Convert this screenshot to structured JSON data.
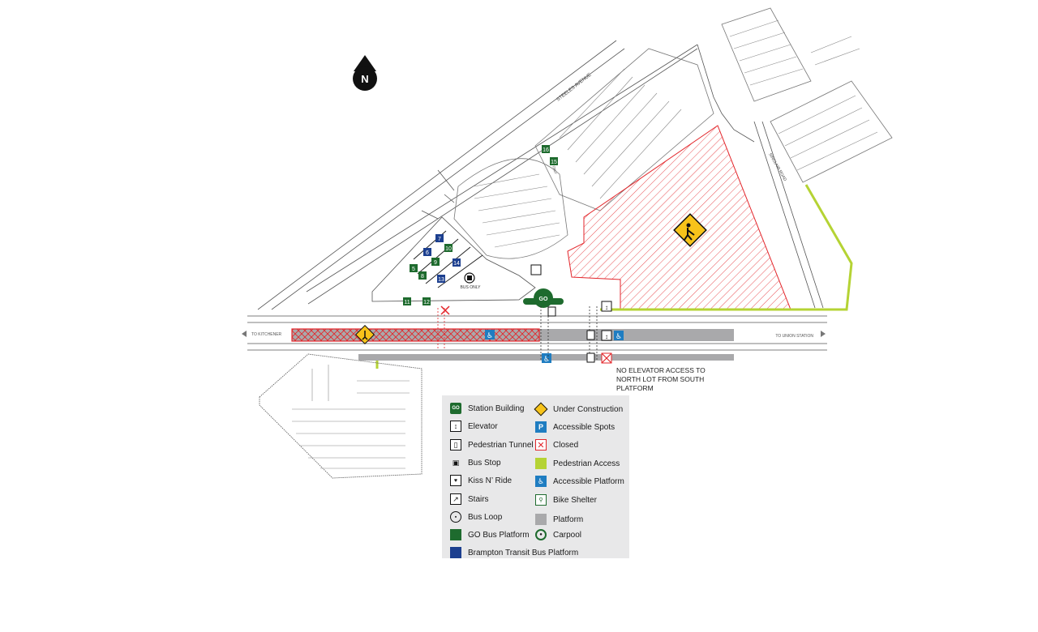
{
  "compass": {
    "label": "N"
  },
  "streets": {
    "steeles": "STEELES AVENUE",
    "bus_only": "BUS ONLY",
    "bus_loop": "BUS ONLY",
    "sinclair": "SINCLAIR ROAD"
  },
  "directions": {
    "west": "TO KITCHENER",
    "east": "TO UNION STATION"
  },
  "bus_bays": [
    {
      "num": "7",
      "type": "brampton"
    },
    {
      "num": "6",
      "type": "brampton"
    },
    {
      "num": "10",
      "type": "go"
    },
    {
      "num": "9",
      "type": "go"
    },
    {
      "num": "14",
      "type": "brampton"
    },
    {
      "num": "5",
      "type": "go"
    },
    {
      "num": "8",
      "type": "go"
    },
    {
      "num": "13",
      "type": "brampton"
    },
    {
      "num": "11",
      "type": "go"
    },
    {
      "num": "12",
      "type": "go"
    },
    {
      "num": "16",
      "type": "go"
    },
    {
      "num": "15",
      "type": "go"
    }
  ],
  "notice": "NO ELEVATOR ACCESS TO NORTH LOT FROM SOUTH PLATFORM",
  "colors": {
    "go_green": "#1e6b2e",
    "brampton_blue": "#1c3f8f",
    "construction_red": "#e3262b",
    "pedestrian_green": "#b5d334",
    "accessible_blue": "#1f7dc1",
    "platform_gray": "#a9a9ab",
    "legend_bg": "#e8e8e9"
  },
  "legend": {
    "left": [
      {
        "label": "Station Building",
        "icon": "station-building-icon"
      },
      {
        "label": "Elevator",
        "icon": "elevator-icon"
      },
      {
        "label": "Pedestrian Tunnel",
        "icon": "pedestrian-tunnel-icon"
      },
      {
        "label": "Bus Stop",
        "icon": "bus-stop-icon"
      },
      {
        "label": "Kiss N’ Ride",
        "icon": "kiss-n-ride-icon"
      },
      {
        "label": "Stairs",
        "icon": "stairs-icon"
      },
      {
        "label": "Bus Loop",
        "icon": "bus-loop-icon"
      },
      {
        "label": "GO Bus Platform",
        "icon": "go-bus-platform-swatch"
      },
      {
        "label": "Brampton Transit Bus Platform",
        "icon": "brampton-bus-platform-swatch"
      }
    ],
    "right": [
      {
        "label": "Under Construction",
        "icon": "under-construction-icon"
      },
      {
        "label": "Accessible Spots",
        "icon": "accessible-parking-icon"
      },
      {
        "label": "Closed",
        "icon": "closed-icon"
      },
      {
        "label": "Pedestrian Access",
        "icon": "pedestrian-access-swatch"
      },
      {
        "label": "Accessible Platform",
        "icon": "accessible-platform-icon"
      },
      {
        "label": "Bike Shelter",
        "icon": "bike-shelter-icon"
      },
      {
        "label": "Platform",
        "icon": "platform-swatch"
      },
      {
        "label": "Carpool",
        "icon": "carpool-icon"
      }
    ]
  }
}
